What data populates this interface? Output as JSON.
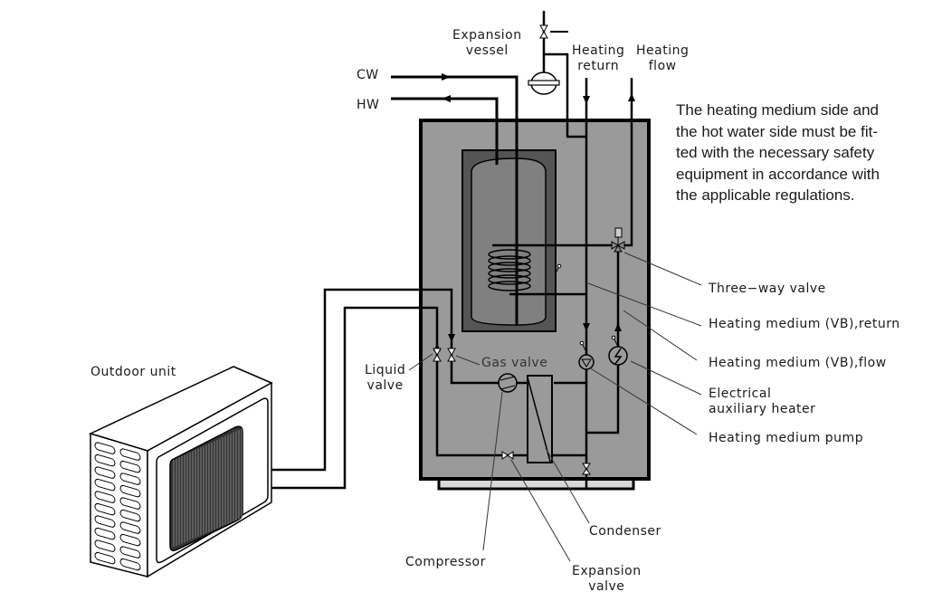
{
  "diagram": {
    "title": "Heat pump system with outdoor unit and indoor module",
    "colors": {
      "cabinet": "#9a9a9a",
      "tank_outer": "#555555",
      "tank_inner": "#808080",
      "base_plate": "#d8d8d8",
      "lines": "#000000"
    },
    "labels": {
      "expansion_vessel": [
        "Expansion",
        "vessel"
      ],
      "heating_return": [
        "Heating",
        "return"
      ],
      "heating_flow": [
        "Heating",
        "flow"
      ],
      "cw": "CW",
      "hw": "HW",
      "outdoor_unit": "Outdoor unit",
      "liquid_valve": [
        "Liquid",
        "valve"
      ],
      "gas_valve": "Gas valve",
      "three_way_valve": "Three−way valve",
      "heating_medium_return": "Heating  medium (VB),return",
      "heating_medium_flow": "Heating  medium (VB),flow",
      "electrical_aux_heater": [
        "Electrical",
        "auxiliary  heater"
      ],
      "heating_medium_pump": "Heating  medium  pump",
      "condenser": "Condenser",
      "compressor": "Compressor",
      "expansion_valve": [
        "Expansion",
        "valve"
      ]
    },
    "note": [
      "The heating medium side and",
      "the hot water side must be fit-",
      "ted with the necessary safety",
      "equipment in accordance with",
      "the applicable regulations."
    ]
  }
}
